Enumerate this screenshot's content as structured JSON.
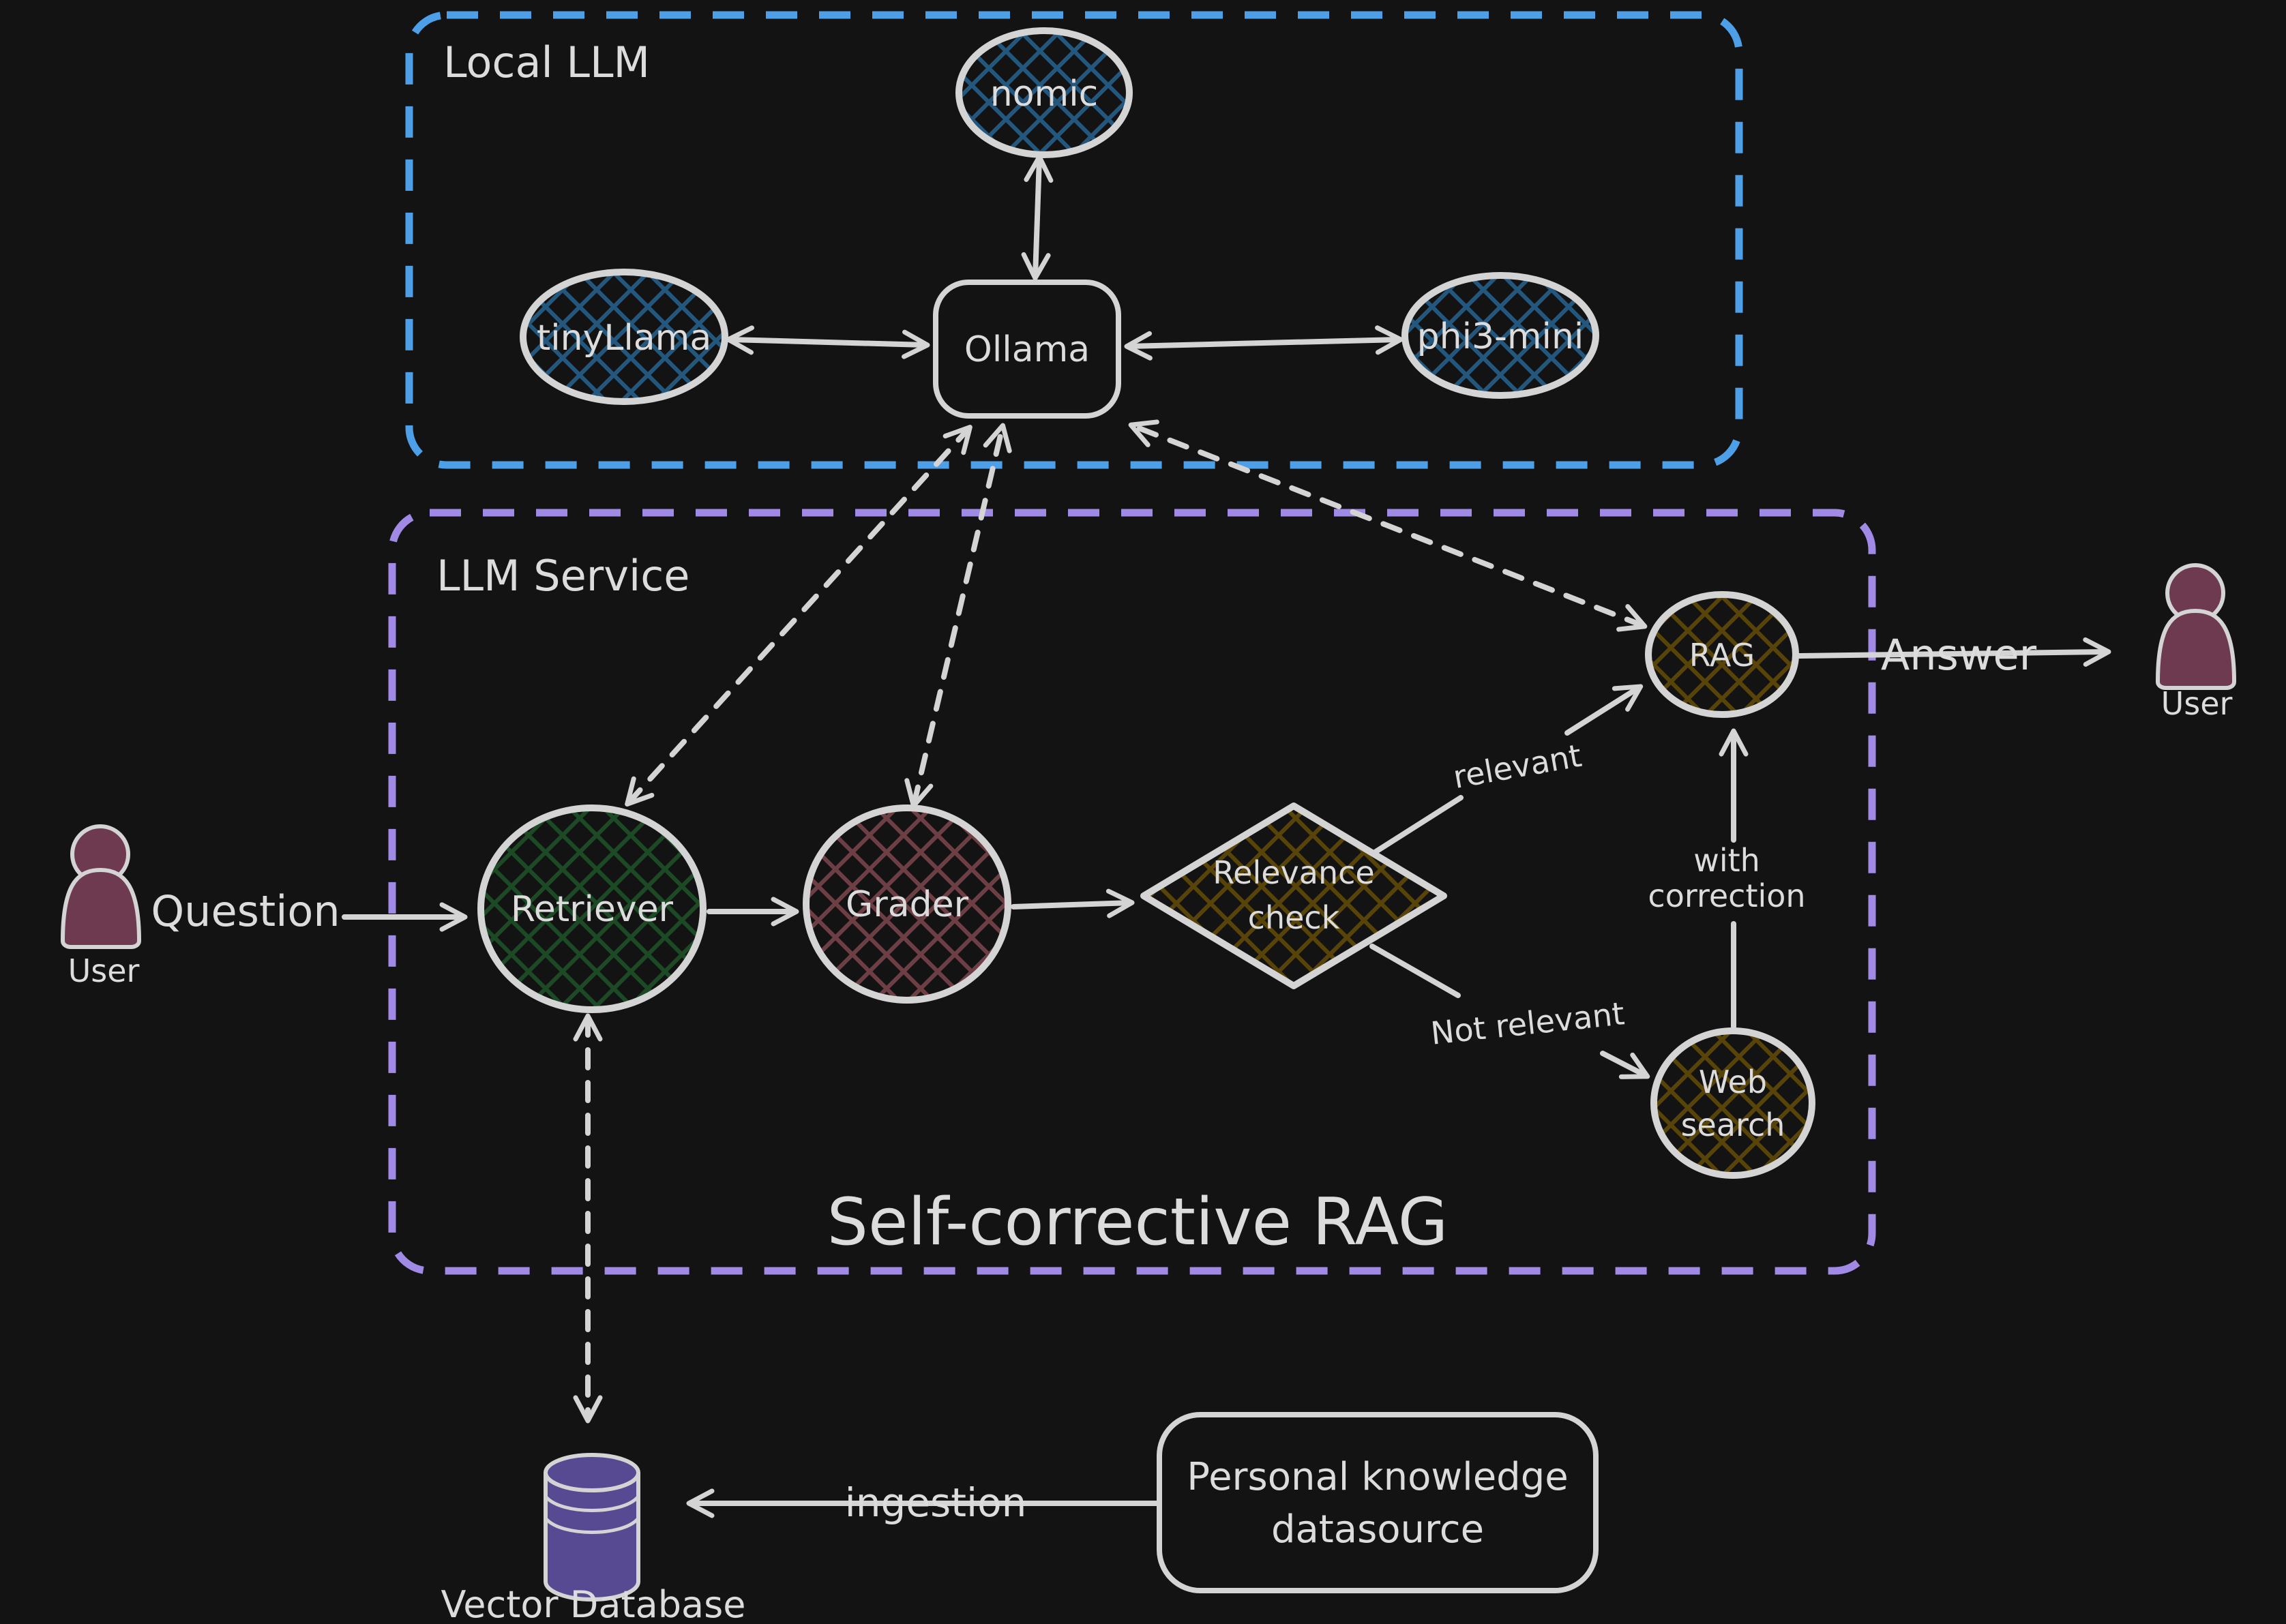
{
  "groups": {
    "local_llm": {
      "label": "Local LLM"
    },
    "llm_service": {
      "label": "LLM Service",
      "title": "Self-corrective RAG"
    }
  },
  "nodes": {
    "nomic": "nomic",
    "tinyllama": "tinyLlama",
    "phi3_mini": "phi3-mini",
    "ollama": "Ollama",
    "retriever": "Retriever",
    "grader": "Grader",
    "relevance_check_line1": "Relevance",
    "relevance_check_line2": "check",
    "rag": "RAG",
    "web_search_line1": "Web",
    "web_search_line2": "search",
    "vector_database": "Vector Database",
    "datasource_line1": "Personal knowledge",
    "datasource_line2": "datasource"
  },
  "actors": {
    "left_user": "User",
    "right_user": "User"
  },
  "edge_labels": {
    "question": "Question",
    "answer": "Answer",
    "relevant": "relevant",
    "not_relevant": "Not relevant",
    "with_correction_line1": "with",
    "with_correction_line2": "correction",
    "ingestion": "ingestion"
  },
  "colors": {
    "background": "#131313",
    "stroke": "#d4d4d4",
    "text": "#dcdcdc",
    "local_llm_border": "#4da0e8",
    "llm_service_border": "#a18ae6",
    "hatch_blue": "#23577d",
    "hatch_green": "#1b4a25",
    "hatch_maroon": "#6e3e45",
    "hatch_olive": "#584408",
    "vector_db_fill": "#584a92",
    "user_fill": "#6d3a50"
  }
}
